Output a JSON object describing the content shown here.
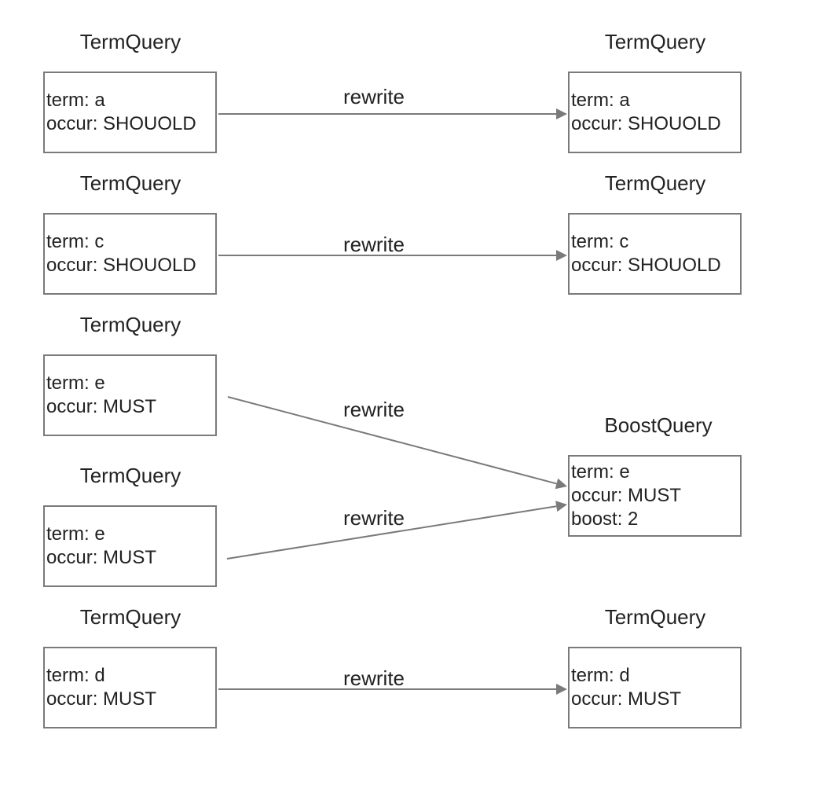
{
  "nodes": [
    {
      "id": "l1",
      "title": "TermQuery",
      "lines": [
        "term: a",
        "occur: SHOUOLD"
      ]
    },
    {
      "id": "l2",
      "title": "TermQuery",
      "lines": [
        "term: c",
        "occur: SHOUOLD"
      ]
    },
    {
      "id": "l3",
      "title": "TermQuery",
      "lines": [
        "term: e",
        "occur: MUST"
      ]
    },
    {
      "id": "l4",
      "title": "TermQuery",
      "lines": [
        "term: e",
        "occur: MUST"
      ]
    },
    {
      "id": "l5",
      "title": "TermQuery",
      "lines": [
        "term: d",
        "occur: MUST"
      ]
    },
    {
      "id": "r1",
      "title": "TermQuery",
      "lines": [
        "term: a",
        "occur: SHOUOLD"
      ]
    },
    {
      "id": "r2",
      "title": "TermQuery",
      "lines": [
        "term: c",
        "occur: SHOUOLD"
      ]
    },
    {
      "id": "r3",
      "title": "BoostQuery",
      "lines": [
        "term: e",
        "occur: MUST",
        "boost: 2"
      ]
    },
    {
      "id": "r5",
      "title": "TermQuery",
      "lines": [
        "term: d",
        "occur: MUST"
      ]
    }
  ],
  "edges": [
    {
      "from": "l1",
      "to": "r1",
      "label": "rewrite"
    },
    {
      "from": "l2",
      "to": "r2",
      "label": "rewrite"
    },
    {
      "from": "l3",
      "to": "r3",
      "label": "rewrite"
    },
    {
      "from": "l4",
      "to": "r3",
      "label": "rewrite"
    },
    {
      "from": "l5",
      "to": "r5",
      "label": "rewrite"
    }
  ],
  "colors": {
    "stroke": "#7a7a7a",
    "text": "#222222",
    "background": "#ffffff"
  }
}
